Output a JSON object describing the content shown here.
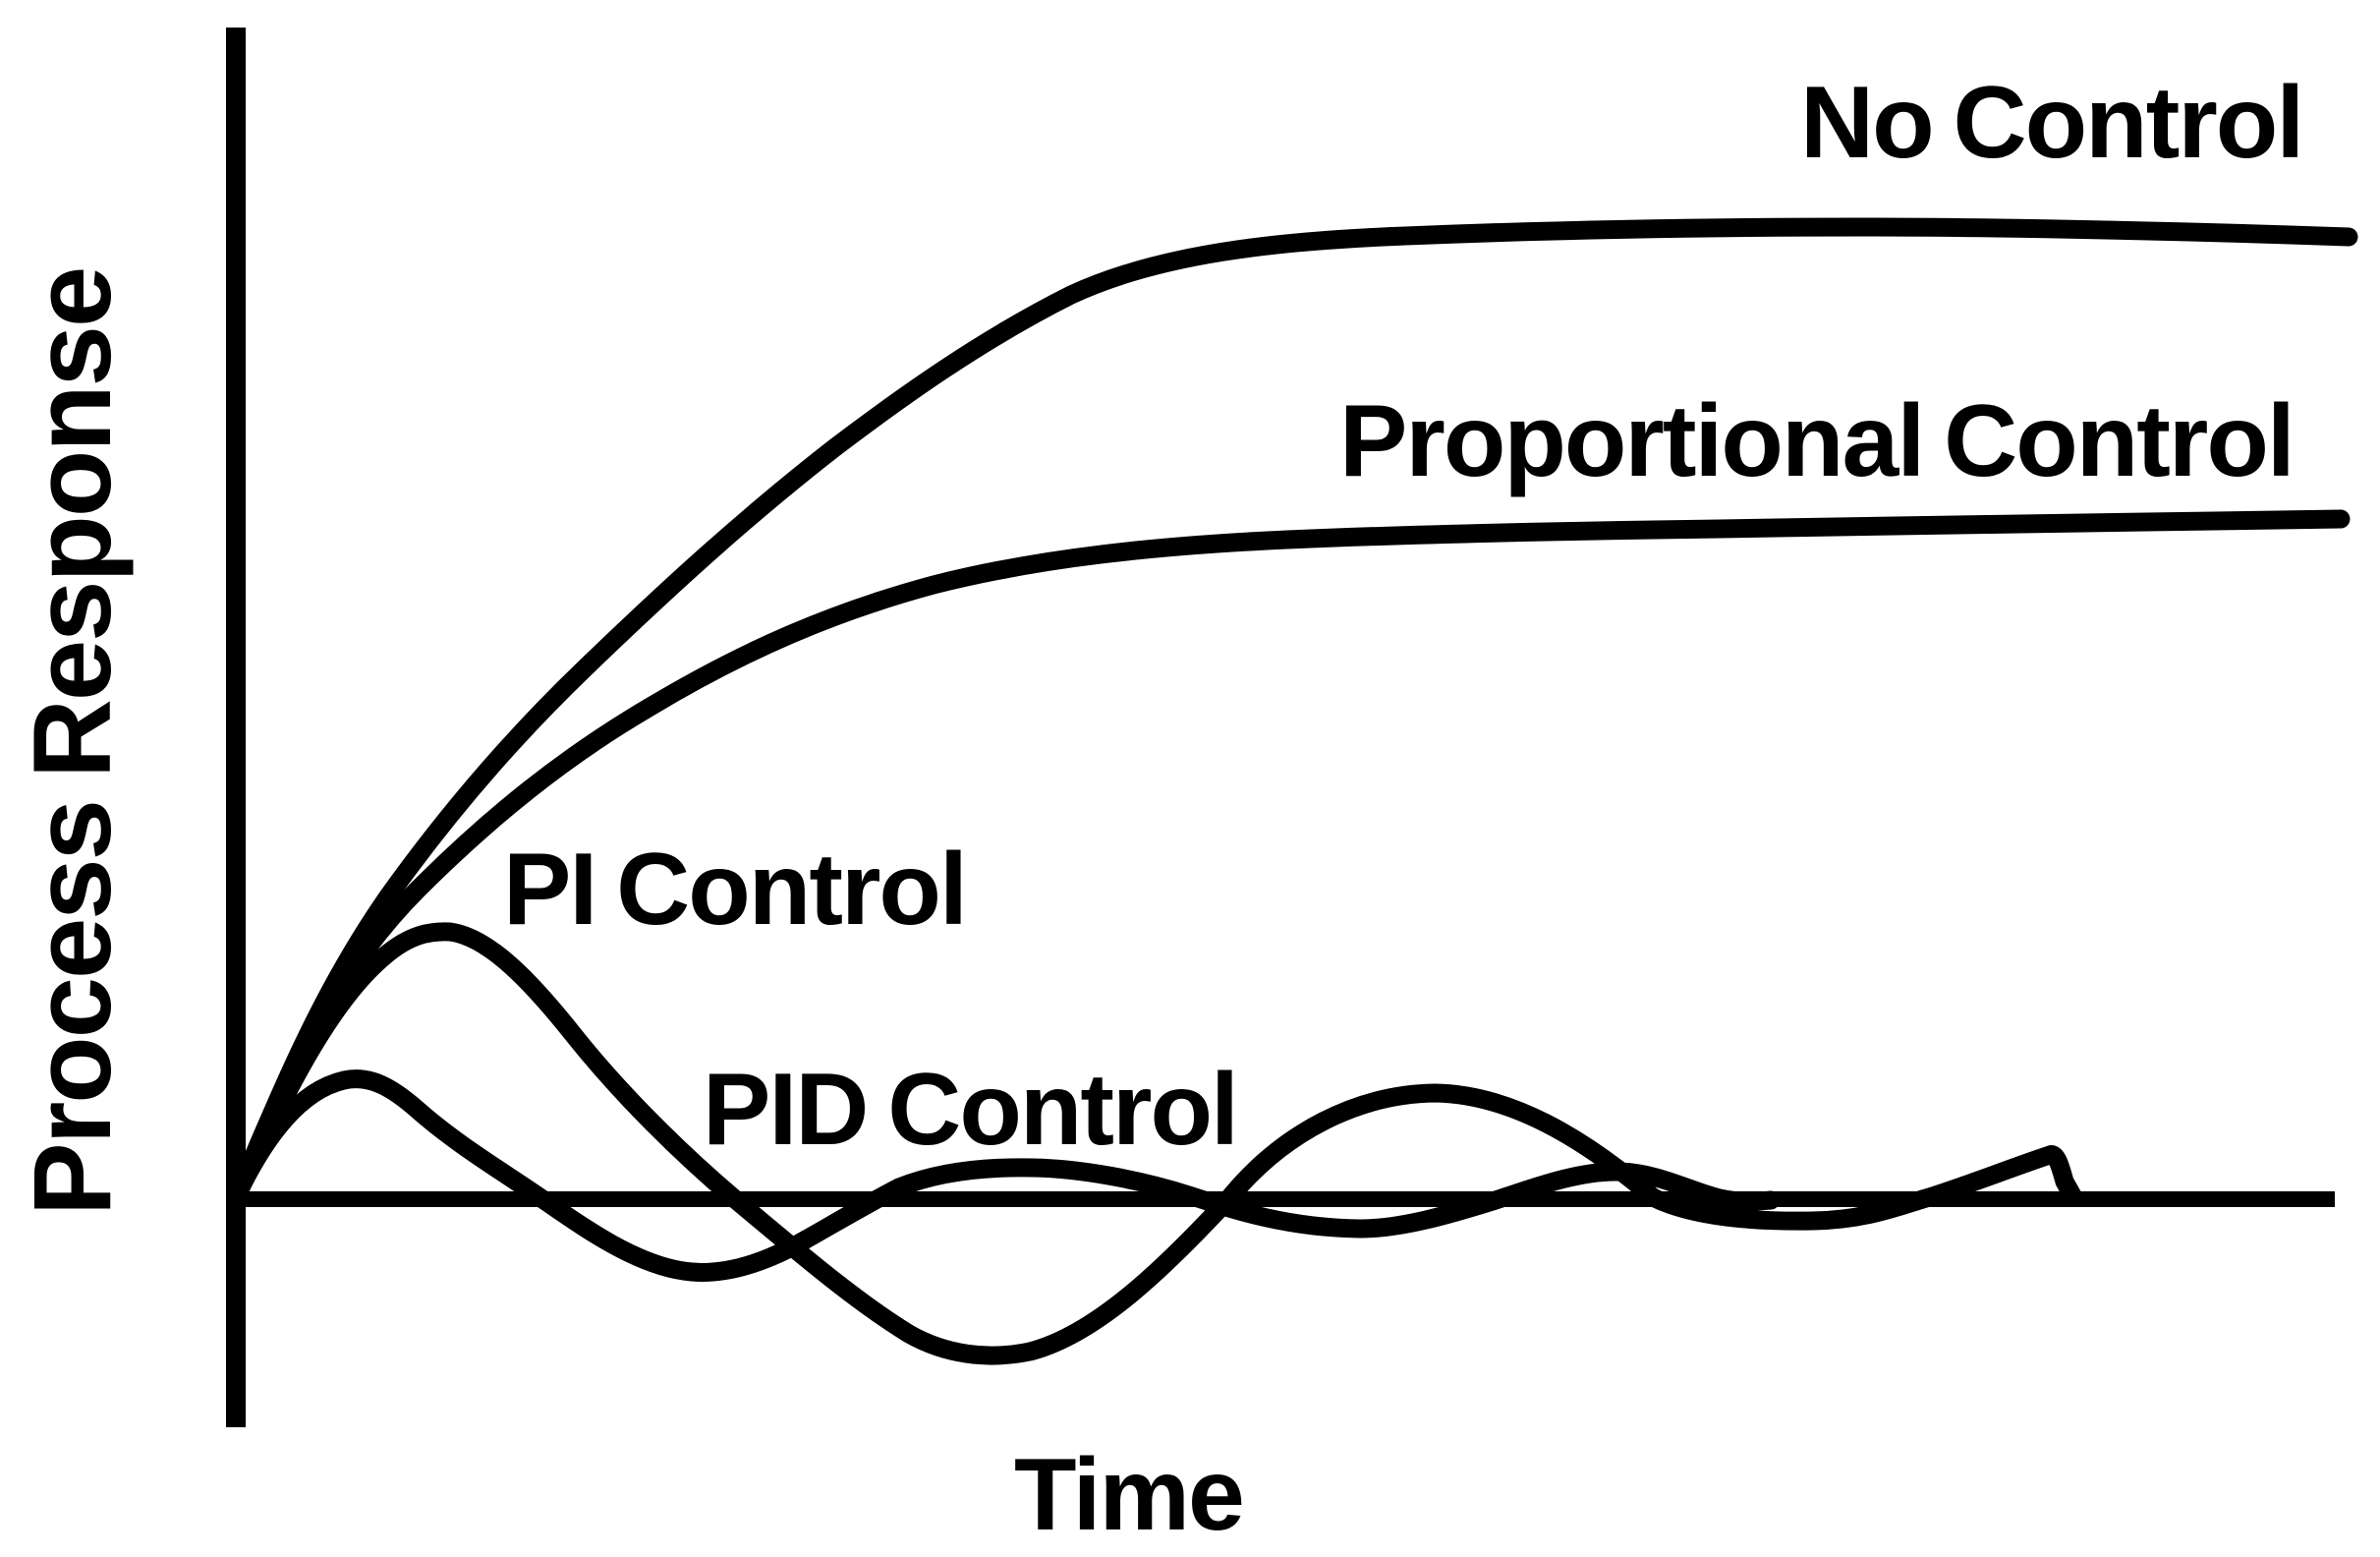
{
  "colors": {
    "ink": "#000000",
    "background": "#ffffff"
  },
  "labels": {
    "y_axis": "Process Response",
    "x_axis": "Time",
    "no_control": "No Control",
    "proportional": "Proportional Control",
    "pi": "PI Control",
    "pid": "PID Control"
  },
  "chart_data": {
    "type": "line",
    "title": "",
    "xlabel": "Time",
    "ylabel": "Process Response",
    "grid": false,
    "legend_position": "inline labels next to each curve",
    "axis_ticks": "none (qualitative sketch, thick black hand-drawn style strokes)",
    "x_units": "relative time 0-100 (unlabeled axis)",
    "y_units": "response relative to setpoint baseline: 0 = setpoint line, 1 = uncontrolled final value",
    "baseline": 0,
    "series": [
      {
        "name": "No Control",
        "shape": "first-order rise, settles highest with no correction",
        "points": [
          [
            0,
            0
          ],
          [
            7,
            0.31
          ],
          [
            16,
            0.55
          ],
          [
            28,
            0.77
          ],
          [
            40,
            0.93
          ],
          [
            55,
            0.99
          ],
          [
            77,
            1.0
          ],
          [
            100,
            0.99
          ]
        ]
      },
      {
        "name": "Proportional Control",
        "shape": "first-order rise settling with steady-state offset",
        "points": [
          [
            0,
            0
          ],
          [
            9,
            0.32
          ],
          [
            19,
            0.51
          ],
          [
            33,
            0.63
          ],
          [
            50,
            0.68
          ],
          [
            70,
            0.69
          ],
          [
            100,
            0.7
          ]
        ]
      },
      {
        "name": "PI Control",
        "shape": "large slow decaying oscillation about setpoint",
        "points": [
          [
            0,
            0
          ],
          [
            7,
            0.25
          ],
          [
            10,
            0.28
          ],
          [
            16,
            0.17
          ],
          [
            24,
            0
          ],
          [
            32,
            -0.14
          ],
          [
            38,
            -0.16
          ],
          [
            47,
            0
          ],
          [
            57,
            0.11
          ],
          [
            67,
            0
          ],
          [
            75,
            -0.02
          ],
          [
            80,
            0
          ],
          [
            86,
            0.05
          ],
          [
            87,
            0
          ],
          [
            100,
            0
          ]
        ]
      },
      {
        "name": "PID Control",
        "shape": "small fast decaying oscillation about setpoint",
        "points": [
          [
            0,
            0
          ],
          [
            5,
            0.12
          ],
          [
            15,
            0
          ],
          [
            22,
            -0.07
          ],
          [
            29,
            0
          ],
          [
            38,
            0.03
          ],
          [
            47,
            0
          ],
          [
            53,
            -0.03
          ],
          [
            60,
            0
          ],
          [
            65,
            0.03
          ],
          [
            70,
            0
          ],
          [
            100,
            0
          ]
        ]
      }
    ]
  }
}
